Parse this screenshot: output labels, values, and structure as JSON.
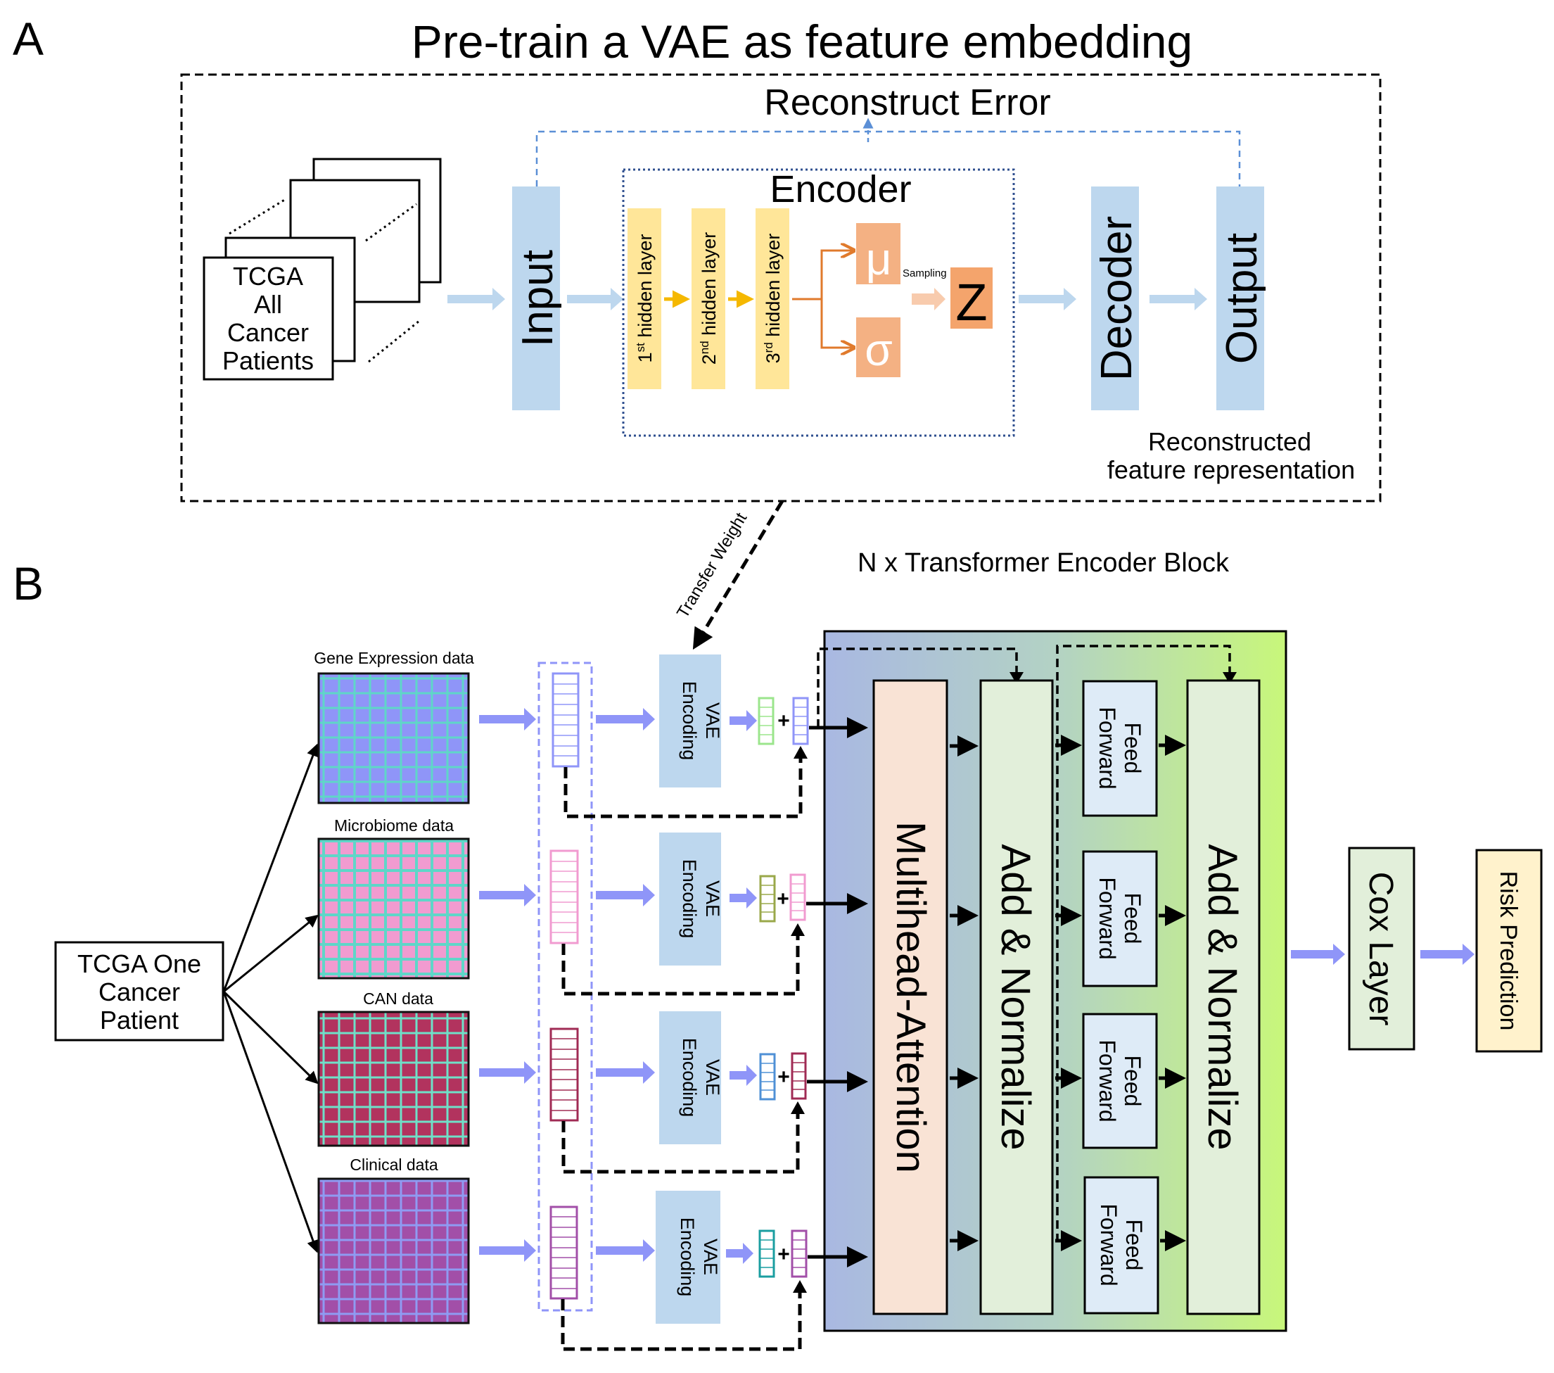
{
  "panel_a": {
    "letter": "A",
    "title": "Pre-train a VAE as feature embedding",
    "reconstruct_error": "Reconstruct Error",
    "stack_lines": [
      "TCGA",
      "All",
      "Cancer",
      "Patients"
    ],
    "input": "Input",
    "encoder": "Encoder",
    "hidden_1_num": "1",
    "hidden_1_sup": "st",
    "hidden_1_text": " hidden layer",
    "hidden_2_num": "2",
    "hidden_2_sup": "nd",
    "hidden_2_text": " hidden layer",
    "hidden_3_num": "3",
    "hidden_3_sup": "rd",
    "hidden_3_text": " hidden layer",
    "mu": "μ",
    "sigma": "σ",
    "sampling": "Sampling",
    "z": "Z",
    "decoder": "Decoder",
    "output": "Output",
    "reconstructed_1": "Reconstructed",
    "reconstructed_2": "feature representation"
  },
  "panel_b": {
    "letter": "B",
    "transfer_weight": "Transfer Weight",
    "block_title": "N x Transformer Encoder Block",
    "patient_lines": [
      "TCGA One",
      "Cancer",
      "Patient"
    ],
    "data_labels": [
      "Gene Expression data",
      "Microbiome data",
      "CAN data",
      "Clinical data"
    ],
    "vae_lines": [
      "VAE",
      "Encoding"
    ],
    "plus": "+",
    "multihead": "Multihead-Attention",
    "add_norm": "Add & Normalize",
    "ff_lines": [
      "Feed",
      "Forward"
    ],
    "cox": "Cox Layer",
    "risk": "Risk Prediction"
  },
  "colors": {
    "light_blue_box": "#bdd7ee",
    "hidden_yellow": "#ffe699",
    "mu_sigma_orange": "#f4b183",
    "z_orange": "#f4a46c",
    "gene_grid": "#8f95f8",
    "microbiome_grid": "#f19bd0",
    "can_grid": "#b2335e",
    "clinical_grid": "#a24fa8",
    "block_gradient_left": "#a9b8e2",
    "block_gradient_right": "#c8f77a",
    "multihead_fill": "#f9e3d5",
    "add_norm_fill": "#e2efda",
    "ff_fill": "#deebf7",
    "cox_fill": "#e2efda",
    "risk_fill": "#fff2cc"
  }
}
